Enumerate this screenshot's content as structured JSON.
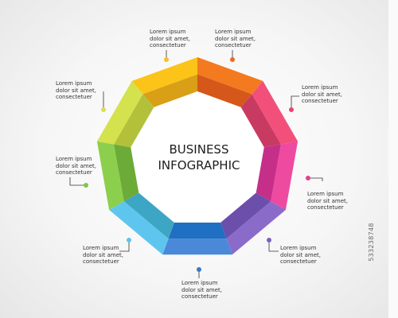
{
  "title": {
    "line1": "BUSINESS",
    "line2": "INFOGRAPHIC"
  },
  "segments": [
    {
      "id": "top-left",
      "color_light": "#fcc319",
      "color_dark": "#d99f16"
    },
    {
      "id": "top-right",
      "color_light": "#f47a1f",
      "color_dark": "#d5581a"
    },
    {
      "id": "right-upper",
      "color_light": "#f2507a",
      "color_dark": "#c93a62"
    },
    {
      "id": "right-lower",
      "color_light": "#ee4aa0",
      "color_dark": "#c52f8a"
    },
    {
      "id": "bottom-right",
      "color_light": "#8a6bc9",
      "color_dark": "#6b4fab"
    },
    {
      "id": "bottom",
      "color_light": "#4a88d8",
      "color_dark": "#1f6fc2"
    },
    {
      "id": "bottom-left",
      "color_light": "#5ec6ee",
      "color_dark": "#3ca6c4"
    },
    {
      "id": "left-lower",
      "color_light": "#8ccf4c",
      "color_dark": "#6cab37"
    },
    {
      "id": "left-upper",
      "color_light": "#d4e24e",
      "color_dark": "#b3c13a"
    }
  ],
  "callouts": [
    {
      "id": "top-left",
      "color": "#f6c21a",
      "lines": [
        "Lorem ipsum",
        "dolor sit amet,",
        "consectetuer"
      ]
    },
    {
      "id": "top-right",
      "color": "#ec6a20",
      "lines": [
        "Lorem ipsum",
        "dolor sit amet,",
        "consectetuer"
      ]
    },
    {
      "id": "right-upper",
      "color": "#e8426e",
      "lines": [
        "Lorem ipsum",
        "dolor sit amet,",
        "consectetuer"
      ]
    },
    {
      "id": "right-lower",
      "color": "#e0428f",
      "lines": [
        "Lorem ipsum",
        "dolor sit amet,",
        "consectetuer"
      ]
    },
    {
      "id": "bottom-right",
      "color": "#7b60bf",
      "lines": [
        "Lorem ipsum",
        "dolor sit amet,",
        "consectetuer"
      ]
    },
    {
      "id": "bottom",
      "color": "#3a78c8",
      "lines": [
        "Lorem ipsum",
        "dolor sit amet,",
        "consectetuer"
      ]
    },
    {
      "id": "bottom-left",
      "color": "#5cc4ec",
      "lines": [
        "Lorem ipsum",
        "dolor sit amet,",
        "consectetuer"
      ]
    },
    {
      "id": "left-lower",
      "color": "#80c44a",
      "lines": [
        "Lorem ipsum",
        "dolor sit amet,",
        "consectetuer"
      ]
    },
    {
      "id": "left-upper",
      "color": "#d6e04e",
      "lines": [
        "Lorem ipsum",
        "dolor sit amet,",
        "consectetuer"
      ]
    }
  ],
  "watermark": "533238748"
}
